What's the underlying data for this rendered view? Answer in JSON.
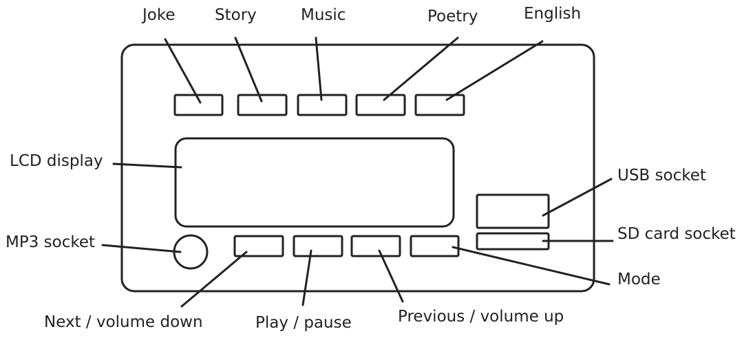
{
  "labels": {
    "joke": "Joke",
    "story": "Story",
    "music": "Music",
    "poetry": "Poetry",
    "english": "English",
    "lcd_display": "LCD display",
    "mp3_socket": "MP3 socket",
    "usb_socket": "USB socket",
    "sd_card_socket": "SD card socket",
    "mode": "Mode",
    "next_volume_down": "Next / volume down",
    "play_pause": "Play / pause",
    "previous_volume_up": "Previous / volume up"
  }
}
